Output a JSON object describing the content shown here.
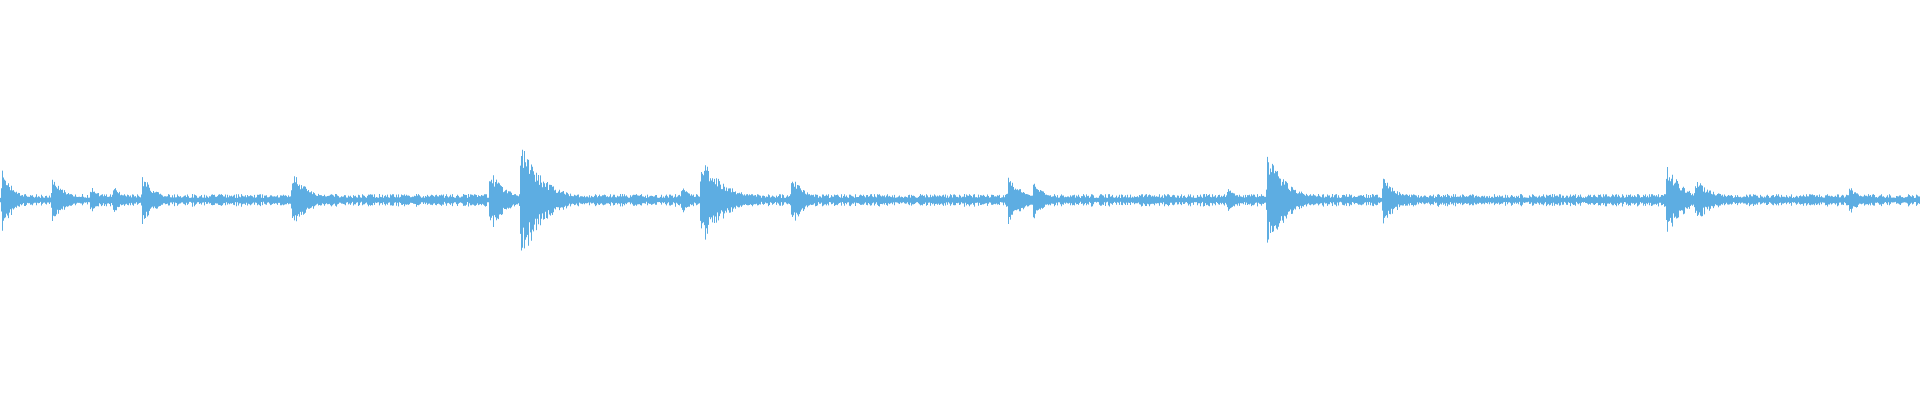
{
  "waveform": {
    "color": "#5dade2",
    "baseline_amplitude": 0.02,
    "transients": [
      {
        "position": 0.001,
        "peak": 0.16,
        "decay": 0.006
      },
      {
        "position": 0.027,
        "peak": 0.11,
        "decay": 0.008
      },
      {
        "position": 0.047,
        "peak": 0.07,
        "decay": 0.006
      },
      {
        "position": 0.059,
        "peak": 0.08,
        "decay": 0.005
      },
      {
        "position": 0.074,
        "peak": 0.13,
        "decay": 0.007
      },
      {
        "position": 0.152,
        "peak": 0.15,
        "decay": 0.009
      },
      {
        "position": 0.255,
        "peak": 0.16,
        "decay": 0.008
      },
      {
        "position": 0.271,
        "peak": 0.29,
        "decay": 0.012
      },
      {
        "position": 0.355,
        "peak": 0.09,
        "decay": 0.005
      },
      {
        "position": 0.365,
        "peak": 0.23,
        "decay": 0.012
      },
      {
        "position": 0.412,
        "peak": 0.13,
        "decay": 0.007
      },
      {
        "position": 0.525,
        "peak": 0.12,
        "decay": 0.008
      },
      {
        "position": 0.538,
        "peak": 0.09,
        "decay": 0.007
      },
      {
        "position": 0.639,
        "peak": 0.07,
        "decay": 0.005
      },
      {
        "position": 0.66,
        "peak": 0.25,
        "decay": 0.01
      },
      {
        "position": 0.72,
        "peak": 0.12,
        "decay": 0.008
      },
      {
        "position": 0.868,
        "peak": 0.18,
        "decay": 0.009
      },
      {
        "position": 0.883,
        "peak": 0.11,
        "decay": 0.01
      },
      {
        "position": 0.963,
        "peak": 0.07,
        "decay": 0.006
      }
    ]
  }
}
